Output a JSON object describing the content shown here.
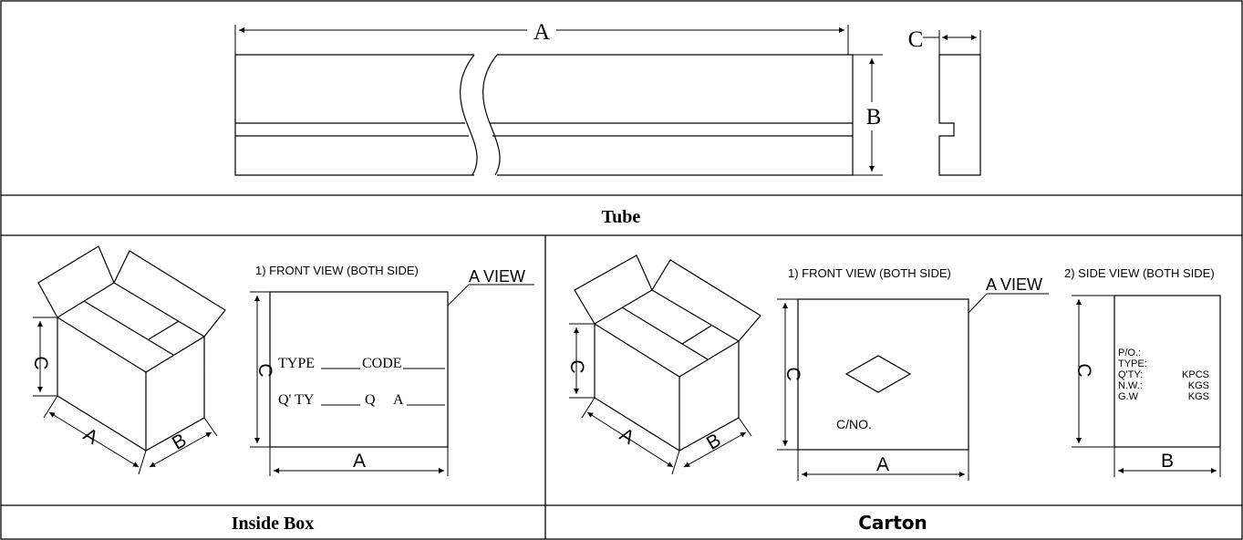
{
  "tube": {
    "caption": "Tube",
    "dim_a": "A",
    "dim_b": "B",
    "dim_c": "C"
  },
  "inside_box": {
    "caption": "Inside Box",
    "iso_a": "A",
    "iso_b": "B",
    "iso_c": "C",
    "view_title": "1) FRONT VIEW (BOTH SIDE)",
    "view_tag": "A VIEW",
    "field_type": "TYPE",
    "field_code": "CODE",
    "field_qty": "Q' TY",
    "field_q": "Q",
    "field_a": "A",
    "dim_c": "C",
    "dim_a": "A"
  },
  "carton": {
    "caption": "Carton",
    "iso_a": "A",
    "iso_b": "B",
    "iso_c": "C",
    "front_title": "1) FRONT VIEW (BOTH SIDE)",
    "view_tag": "A VIEW",
    "cno": "C/NO.",
    "front_dim_c": "C",
    "front_dim_a": "A",
    "side_title": "2) SIDE VIEW (BOTH SIDE)",
    "side_dim_c": "C",
    "side_dim_b": "B",
    "side_labels": [
      "P/O.:",
      "TYPE:",
      "Q'TY:",
      "N.W.:",
      "G.W"
    ],
    "side_units": [
      "KPCS",
      "KGS",
      "KGS"
    ]
  }
}
